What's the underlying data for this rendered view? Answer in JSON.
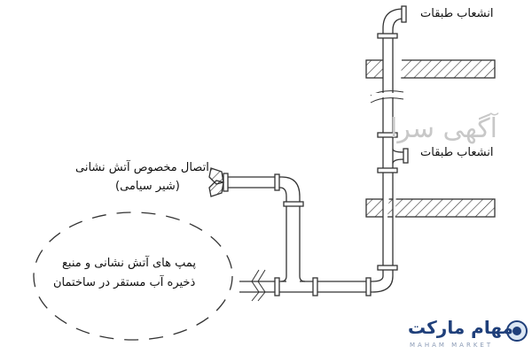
{
  "labels": {
    "branch_top": "انشعاب طبقات",
    "branch_middle": "انشعاب طبقات",
    "siamese_line1": "اتصال مخصوص آتش نشانی",
    "siamese_line2": "(شیر سیامی)",
    "pump_line1": "پمپ های آتش نشانی و منبع",
    "pump_line2": "ذخیره آب مستقر در ساختمان"
  },
  "watermark": "آگهی سرا",
  "logo": {
    "name_fa": "مهام مارکت",
    "name_en": "MAHAM MARKET",
    "color": "#1f3f7a"
  }
}
